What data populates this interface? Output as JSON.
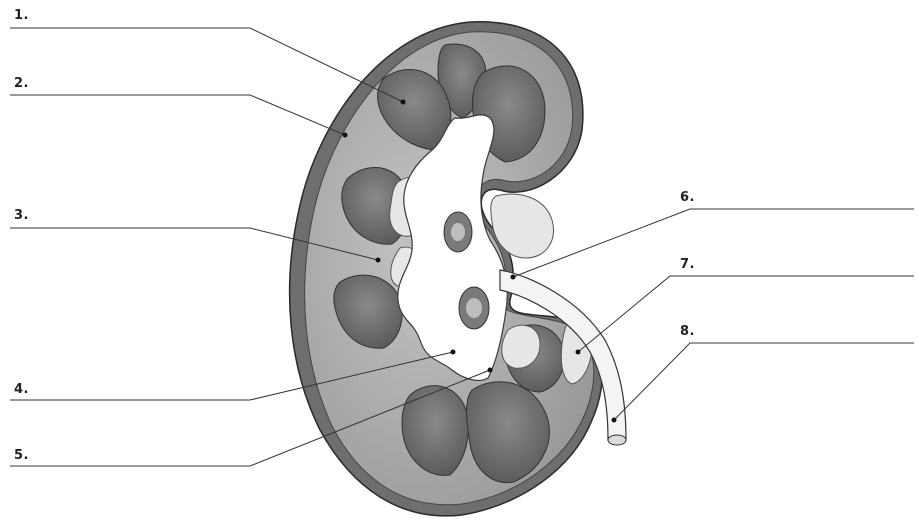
{
  "labels": [
    "1.",
    "2.",
    "3.",
    "4.",
    "5.",
    "6.",
    "7.",
    "8."
  ],
  "colors": {
    "outline": "#2a2a2a",
    "capsule": "#6e6e6e",
    "cortex": "#a9a9a9",
    "medulla": "#6b6b6b",
    "pelvis": "#ffffff",
    "fat": "#e6e6e6",
    "leader": "#333333"
  },
  "icons": [
    "kidney-cross-section",
    "renal-artery-icon",
    "renal-vein-icon",
    "ureter-icon"
  ]
}
